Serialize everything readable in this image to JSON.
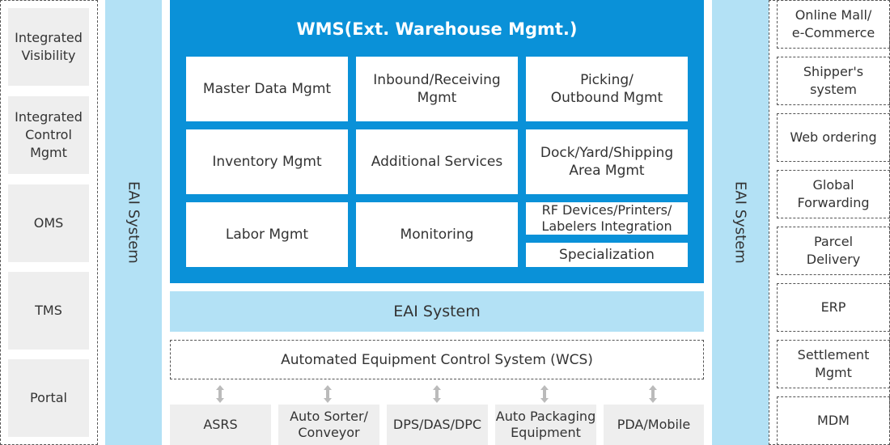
{
  "left_panel": {
    "items": [
      "Integrated\nVisibility",
      "Integrated\nControl\nMgmt",
      "OMS",
      "TMS",
      "Portal"
    ]
  },
  "left_eai": "EAI System",
  "right_eai": "EAI System",
  "wms": {
    "title": "WMS(Ext. Warehouse Mgmt.)",
    "modules": [
      "Master Data Mgmt",
      "Inbound/Receiving\nMgmt",
      "Picking/\nOutbound Mgmt",
      "Inventory Mgmt",
      "Additional Services",
      "Dock/Yard/Shipping\nArea Mgmt",
      "Labor Mgmt",
      "Monitoring",
      "RF Devices/Printers/\nLabelers Integration",
      "Specialization"
    ]
  },
  "eai_bar": "EAI System",
  "wcs": "Automated Equipment Control System (WCS)",
  "equipment": [
    "ASRS",
    "Auto Sorter/\nConveyor",
    "DPS/DAS/DPC",
    "Auto Packaging\nEquipment",
    "PDA/Mobile"
  ],
  "right_panel": {
    "items": [
      "Online Mall/\ne-Commerce",
      "Shipper's\nsystem",
      "Web ordering",
      "Global\nForwarding",
      "Parcel\nDelivery",
      "ERP",
      "Settlement\nMgmt",
      "MDM"
    ]
  },
  "colors": {
    "wms_blue": "#0a91d8",
    "eai_light_blue": "#b3e1f5",
    "box_grey": "#eeeeee"
  },
  "icons": {
    "connector": "double-arrow-vertical-icon"
  }
}
